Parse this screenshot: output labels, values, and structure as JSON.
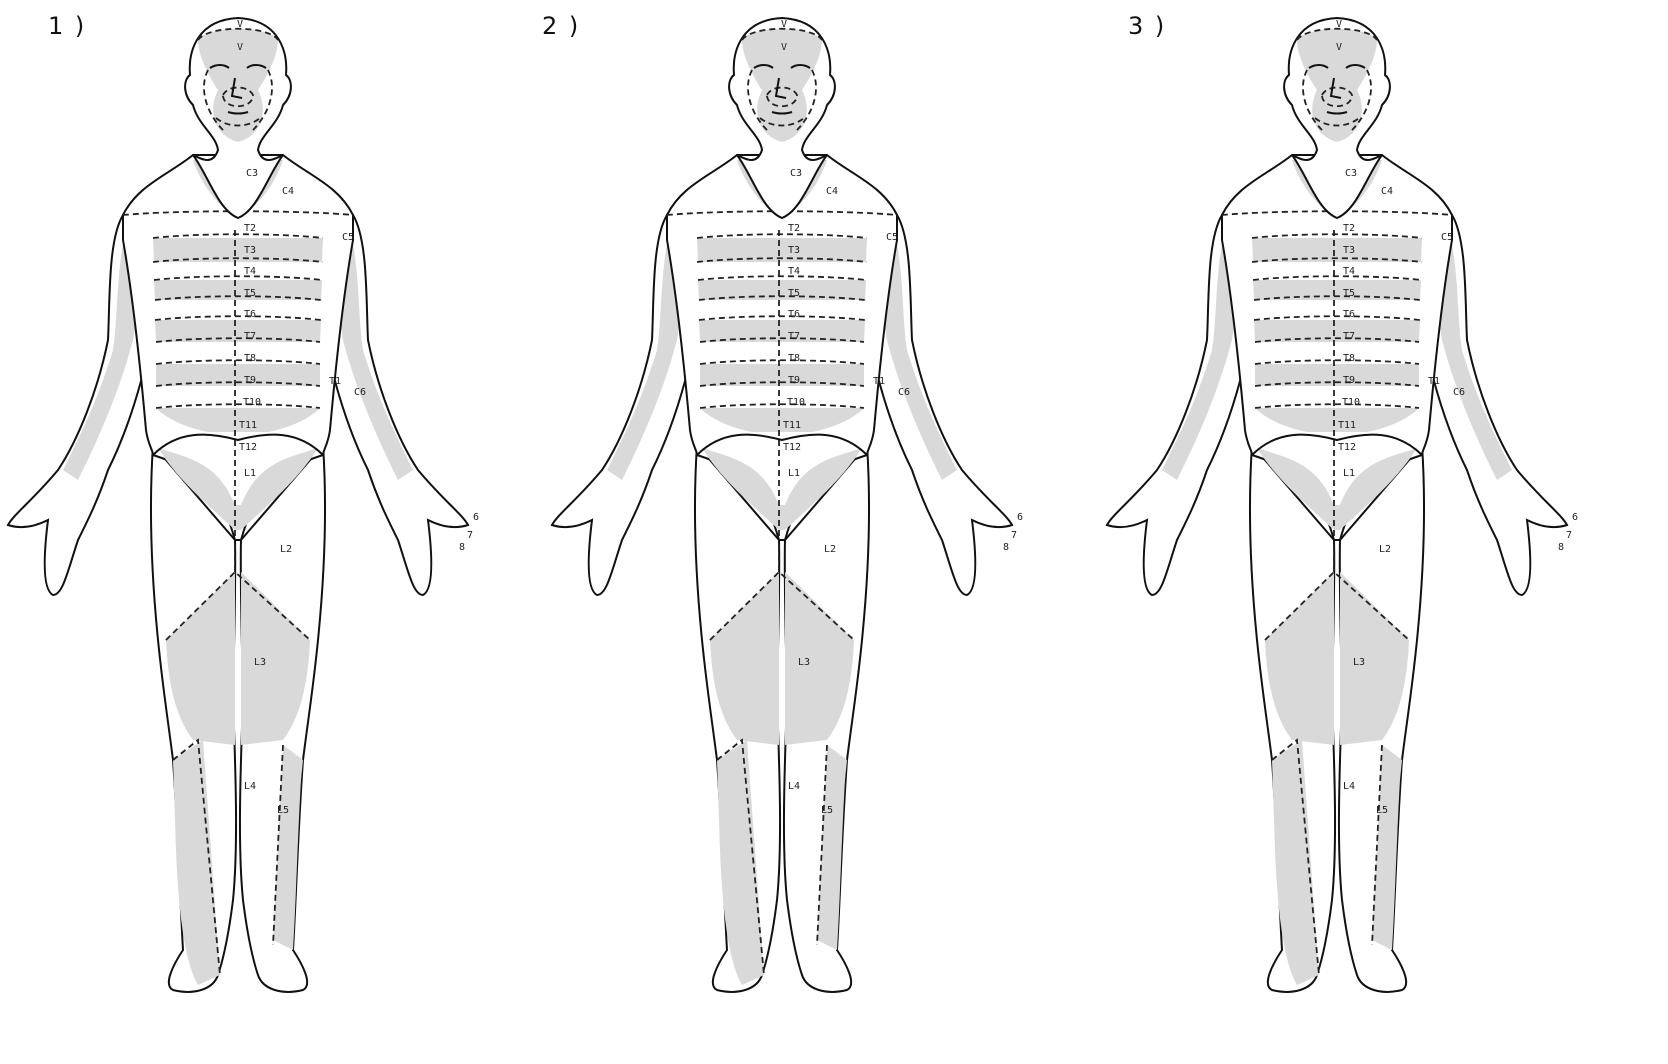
{
  "panels": [
    {
      "number": "1 )"
    },
    {
      "number": "2 )"
    },
    {
      "number": "3 )"
    }
  ],
  "dermatome_labels": {
    "V1": "V",
    "V2": "V",
    "C3": "C3",
    "C4": "C4",
    "C5": "C5",
    "C6": "C6",
    "T1": "T1",
    "T2": "T2",
    "T3": "T3",
    "T4": "T4",
    "T5": "T5",
    "T6": "T6",
    "T7": "T7",
    "T8": "T8",
    "T9": "T9",
    "T10": "T10",
    "T11": "T11",
    "T12": "T12",
    "L1": "L1",
    "L2": "L2",
    "L3": "L3",
    "L4": "L4",
    "L5": "L5",
    "H6": "6",
    "H7": "7",
    "H8": "8"
  },
  "colors": {
    "shade": "#d9d9d9",
    "line": "#111111",
    "background": "#ffffff"
  }
}
